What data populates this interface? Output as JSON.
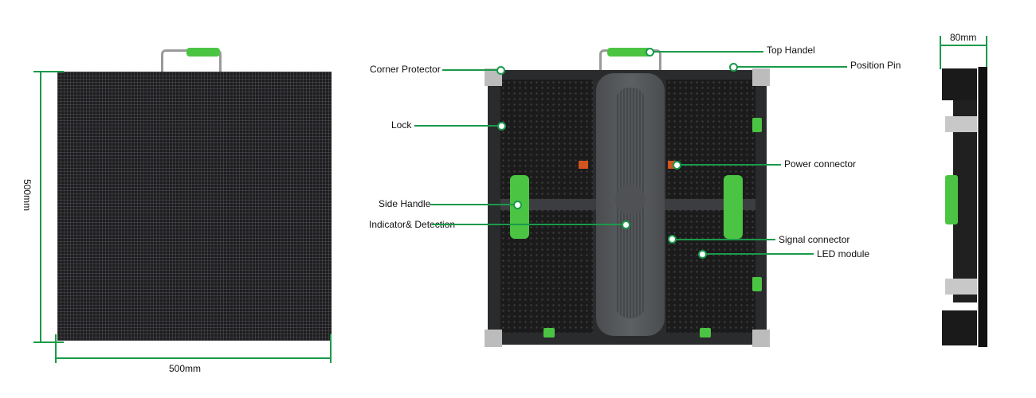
{
  "front_view": {
    "width_label": "500mm",
    "height_label": "500mm"
  },
  "back_view": {
    "callouts": {
      "corner_protector": "Corner Protector",
      "top_handle": "Top Handel",
      "position_pin": "Position Pin",
      "lock": "Lock",
      "power_connector": "Power connector",
      "side_handle": "Side Handle",
      "indicator_detection": "Indicator& Detection",
      "signal_connector": "Signal connector",
      "led_module": "LED module"
    }
  },
  "side_view": {
    "depth_label": "80mm"
  },
  "colors": {
    "accent": "#1a9a4a",
    "handle_green": "#4cc443",
    "panel": "#1d1d1f"
  }
}
